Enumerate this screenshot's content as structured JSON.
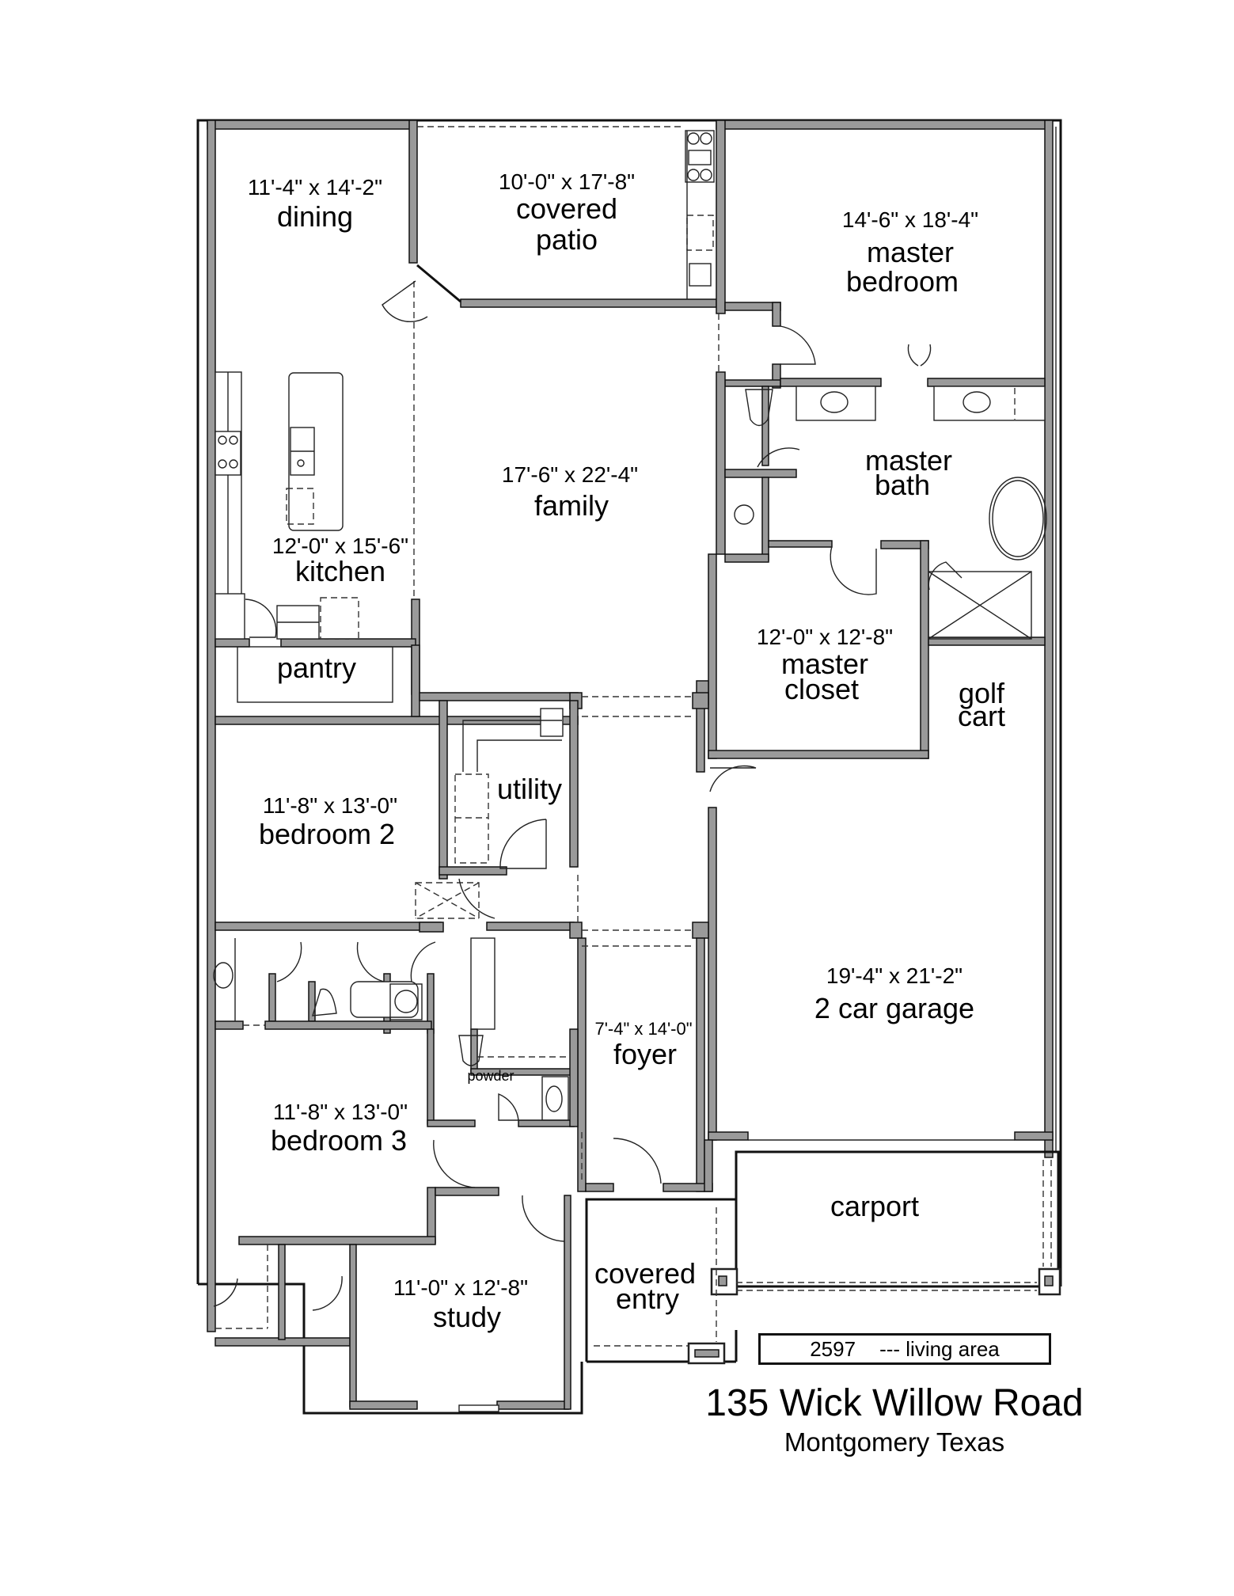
{
  "plan": {
    "title": "135 Wick Willow Road",
    "subtitle": "Montgomery Texas",
    "living_area": {
      "value": "2597",
      "label": "--- living area"
    },
    "rooms": {
      "dining": {
        "dims": "11'-4\" x 14'-2\"",
        "name": "dining"
      },
      "patio": {
        "dims": "10'-0\" x 17'-8\"",
        "name_line1": "covered",
        "name_line2": "patio"
      },
      "master_bedroom": {
        "dims": "14'-6\" x 18'-4\"",
        "name_line1": "master",
        "name_line2": "bedroom"
      },
      "kitchen": {
        "dims": "12'-0\" x 15'-6\"",
        "name": "kitchen"
      },
      "family": {
        "dims": "17'-6\" x 22'-4\"",
        "name": "family"
      },
      "master_bath": {
        "name_line1": "master",
        "name_line2": "bath"
      },
      "pantry": {
        "name": "pantry"
      },
      "master_closet": {
        "dims": "12'-0\" x 12'-8\"",
        "name_line1": "master",
        "name_line2": "closet"
      },
      "golf_cart": {
        "name_line1": "golf",
        "name_line2": "cart"
      },
      "utility": {
        "name": "utility"
      },
      "bedroom2": {
        "dims": "11'-8\" x 13'-0\"",
        "name": "bedroom 2"
      },
      "garage": {
        "dims": "19'-4\" x 21'-2\"",
        "name": "2 car garage"
      },
      "foyer": {
        "dims": "7'-4\" x 14'-0\"",
        "name": "foyer"
      },
      "powder": {
        "name": "powder"
      },
      "bedroom3": {
        "dims": "11'-8\" x 13'-0\"",
        "name": "bedroom 3"
      },
      "carport": {
        "name": "carport"
      },
      "covered_entry": {
        "name_line1": "covered",
        "name_line2": "entry"
      },
      "study": {
        "dims": "11'-0\" x 12'-8\"",
        "name": "study"
      }
    }
  },
  "colors": {
    "wall": "#9a9a9a",
    "line": "#111111",
    "background": "#ffffff"
  }
}
